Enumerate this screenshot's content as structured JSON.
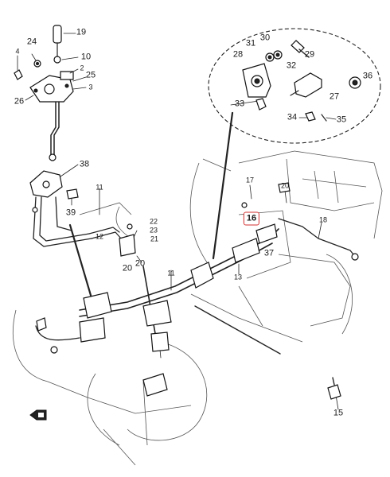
{
  "diagram": {
    "highlight_color": "#d32f2f",
    "highlighted_part": "16",
    "callouts": [
      {
        "id": "c19",
        "label": "19"
      },
      {
        "id": "c24",
        "label": "24"
      },
      {
        "id": "c4",
        "label": "4"
      },
      {
        "id": "c10",
        "label": "10"
      },
      {
        "id": "c2",
        "label": "2"
      },
      {
        "id": "c25",
        "label": "25"
      },
      {
        "id": "c3",
        "label": "3"
      },
      {
        "id": "c26",
        "label": "26"
      },
      {
        "id": "c38",
        "label": "38"
      },
      {
        "id": "c11a",
        "label": "11"
      },
      {
        "id": "c12",
        "label": "12"
      },
      {
        "id": "c39",
        "label": "39"
      },
      {
        "id": "c31",
        "label": "31"
      },
      {
        "id": "c30",
        "label": "30"
      },
      {
        "id": "c28",
        "label": "28"
      },
      {
        "id": "c32",
        "label": "32"
      },
      {
        "id": "c29",
        "label": "29"
      },
      {
        "id": "c36",
        "label": "36"
      },
      {
        "id": "c27",
        "label": "27"
      },
      {
        "id": "c33",
        "label": "33"
      },
      {
        "id": "c34",
        "label": "34"
      },
      {
        "id": "c35",
        "label": "35"
      },
      {
        "id": "c17",
        "label": "17"
      },
      {
        "id": "c20a",
        "label": "20"
      },
      {
        "id": "c16",
        "label": "16"
      },
      {
        "id": "c18",
        "label": "18"
      },
      {
        "id": "c37",
        "label": "37"
      },
      {
        "id": "c22",
        "label": "22"
      },
      {
        "id": "c23",
        "label": "23"
      },
      {
        "id": "c21",
        "label": "21"
      },
      {
        "id": "c20b",
        "label": "20"
      },
      {
        "id": "c20c",
        "label": "20"
      },
      {
        "id": "c11b",
        "label": "11"
      },
      {
        "id": "c13",
        "label": "13"
      },
      {
        "id": "c15",
        "label": "15"
      }
    ]
  }
}
